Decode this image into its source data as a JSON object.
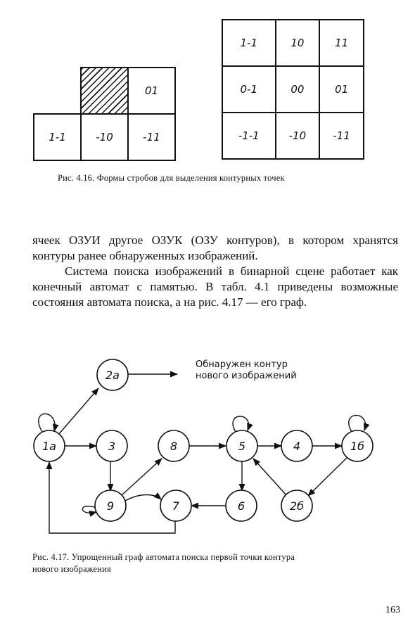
{
  "fig416": {
    "left_grid": [
      [
        "",
        "",
        ""
      ],
      [
        "",
        "hatch",
        "01"
      ],
      [
        "1-1",
        "-10",
        "-11"
      ]
    ],
    "right_grid": [
      [
        "1-1",
        "10",
        "11"
      ],
      [
        "0-1",
        "00",
        "01"
      ],
      [
        "-1-1",
        "-10",
        "-11"
      ]
    ],
    "caption": "Рис. 4.16. Формы стробов для выделения контурных точек"
  },
  "body": {
    "p1": "ячеек ОЗУИ другое ОЗУК (ОЗУ контуров), в котором хранятся контуры ранее обнаруженных изображений.",
    "p2": "Система поиска изображений в бинарной сцене работает как конечный автомат с памятью. В табл. 4.1 приведены возможные состояния автомата поиска, а на рис. 4.17 — его граф."
  },
  "fig417": {
    "nodes": {
      "n2a": "2а",
      "n1a": "1а",
      "n3": "3",
      "n8": "8",
      "n5": "5",
      "n4": "4",
      "n1b": "1б",
      "n9": "9",
      "n7": "7",
      "n6": "6",
      "n2b": "2б"
    },
    "annotation_line1": "Обнаружен контур",
    "annotation_line2": "нового изображений",
    "caption_line1": "Рис. 4.17. Упрощенный граф автомата поиска первой точки контура",
    "caption_line2": "нового изображения"
  },
  "page_number": "163"
}
